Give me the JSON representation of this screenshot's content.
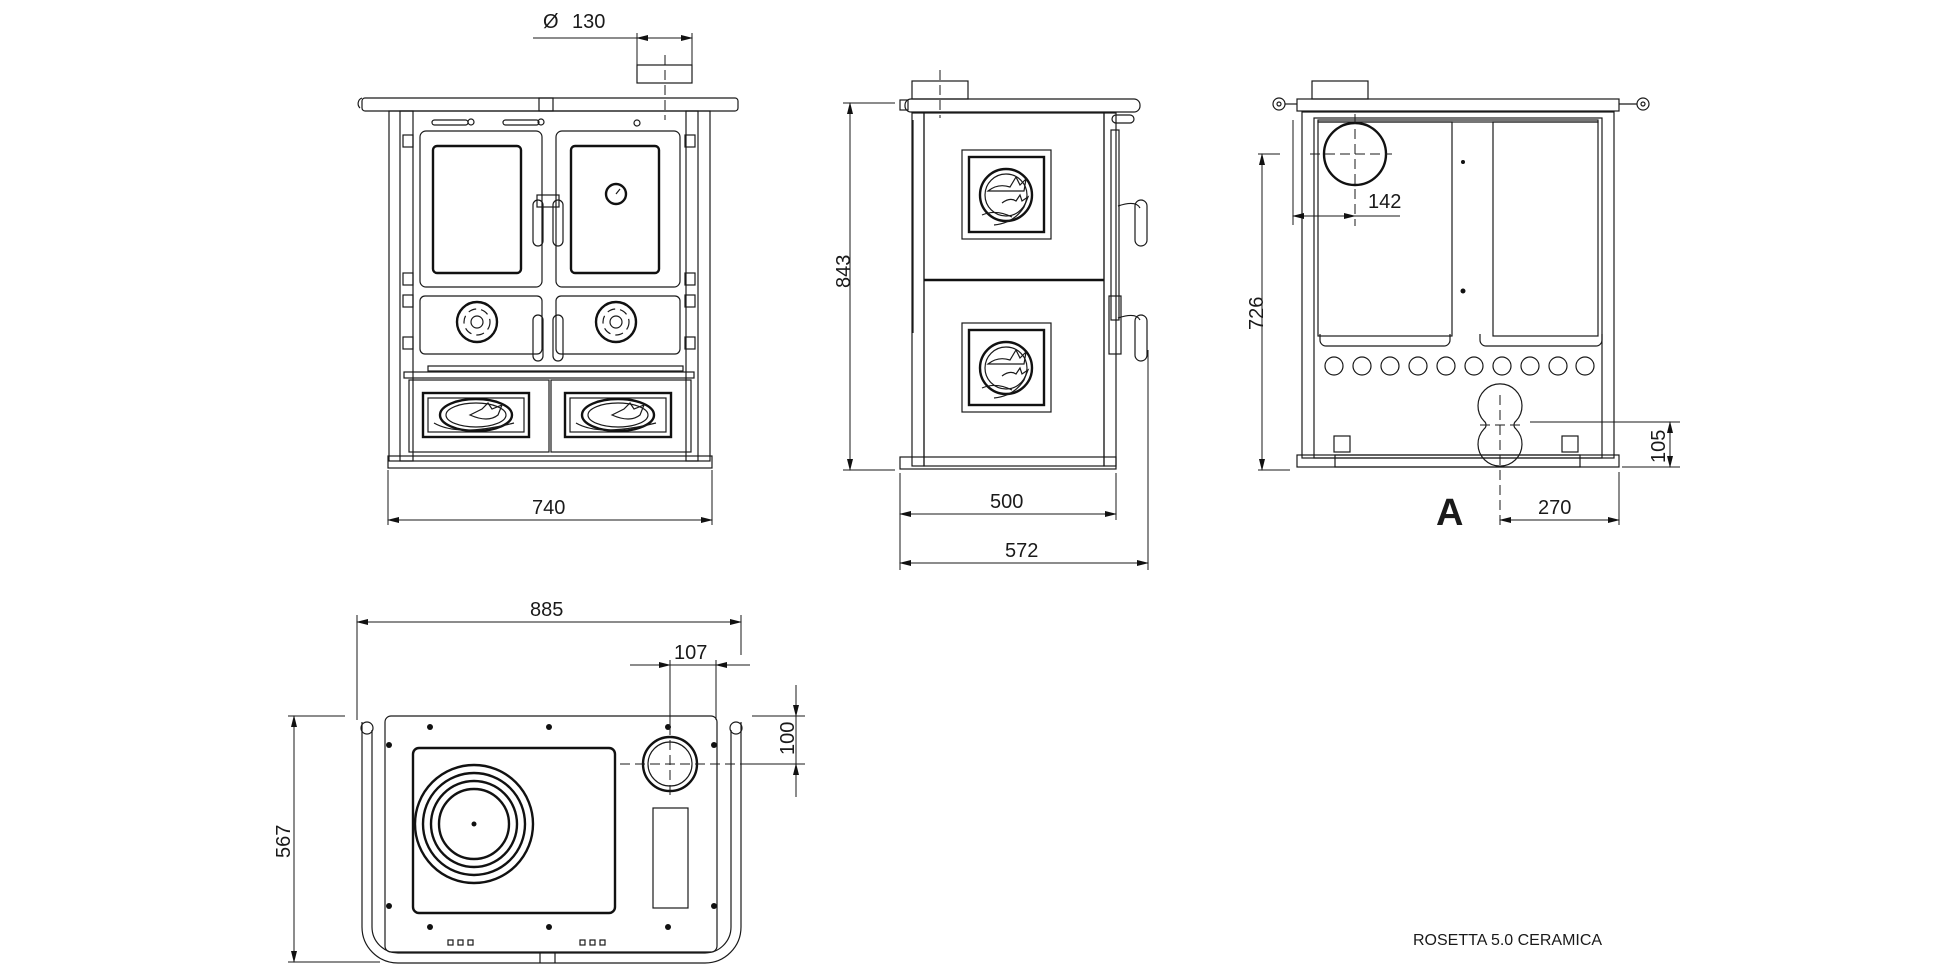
{
  "drawing": {
    "title": "ROSETTA 5.0 CERAMICA",
    "units": "mm",
    "colors": {
      "line": "#1a1a1a",
      "background": "#ffffff"
    }
  },
  "views": {
    "front": {
      "name": "front-view",
      "dimensions": {
        "flue_diameter": {
          "symbol": "Ø",
          "value": "130"
        },
        "width": "740"
      }
    },
    "side": {
      "name": "side-view",
      "dimensions": {
        "height": "843",
        "depth_body": "500",
        "depth_total": "572"
      }
    },
    "rear": {
      "name": "rear-view",
      "label": "A",
      "dimensions": {
        "flue_center_from_side": "142",
        "flue_center_height": "726",
        "air_inlet_height": "105",
        "air_inlet_from_side": "270"
      }
    },
    "top": {
      "name": "top-view",
      "dimensions": {
        "total_width": "885",
        "flue_offset_x": "107",
        "flue_offset_y": "100",
        "depth": "567"
      }
    }
  }
}
